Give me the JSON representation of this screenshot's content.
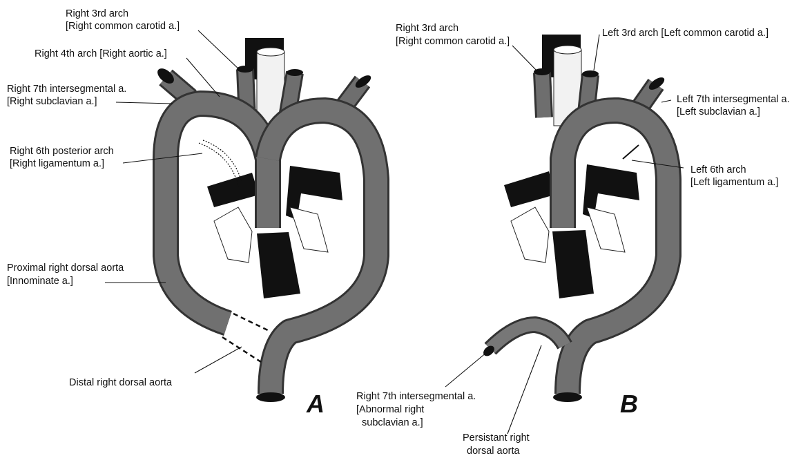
{
  "figure": {
    "panel_a": {
      "letter": "A",
      "labels": {
        "r3_l1": "Right 3rd arch",
        "r3_l2": "[Right common carotid a.]",
        "r4": "Right 4th arch [Right aortic a.]",
        "r7_l1": "Right 7th intersegmental a.",
        "r7_l2": "[Right subclavian a.]",
        "r6_l1": "Right 6th posterior arch",
        "r6_l2": "[Right ligamentum a.]",
        "prox_l1": "Proximal right dorsal aorta",
        "prox_l2": "[Innominate a.]",
        "distal": "Distal right dorsal aorta"
      }
    },
    "panel_b": {
      "letter": "B",
      "labels": {
        "r3_l1": "Right 3rd arch",
        "r3_l2": "[Right common carotid a.]",
        "l3": "Left 3rd arch [Left common carotid a.]",
        "l7_l1": "Left 7th intersegmental a.",
        "l7_l2": "[Left subclavian a.]",
        "l6_l1": "Left 6th arch",
        "l6_l2": "[Left ligamentum a.]",
        "r7_l1": "Right 7th intersegmental a.",
        "r7_l2": "[Abnormal right",
        "r7_l3": "subclavian a.]",
        "pers_l1": "Persistant right",
        "pers_l2": "dorsal aorta"
      }
    }
  }
}
